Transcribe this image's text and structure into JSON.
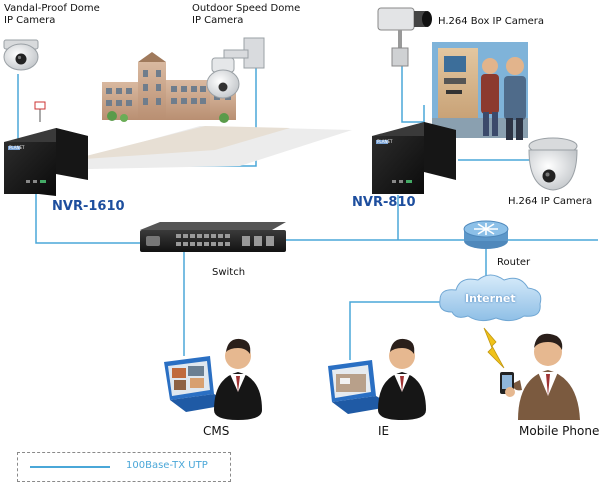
{
  "labels": {
    "vandal_camera": [
      "Vandal-Proof Dome",
      "IP Camera"
    ],
    "speed_dome": [
      "Outdoor Speed Dome",
      "IP Camera"
    ],
    "box_camera": "H.264 Box IP Camera",
    "h264_ip_camera": "H.264 IP Camera",
    "nvr_left": "NVR-1610",
    "nvr_right": "NVR-810",
    "switch": "Switch",
    "router": "Router",
    "internet": "Internet",
    "cms": "CMS",
    "ie": "IE",
    "mobile_phone": "Mobile Phone",
    "nvr_badge": "PLANET"
  },
  "legend": {
    "text": "100Base-TX UTP",
    "line_color": "#4aa7d8"
  },
  "colors": {
    "cable": "#4aa7d8",
    "nvr_text": "#1d4e9e",
    "cloud": "#9fc9ea",
    "router": "#6aa2cf"
  }
}
